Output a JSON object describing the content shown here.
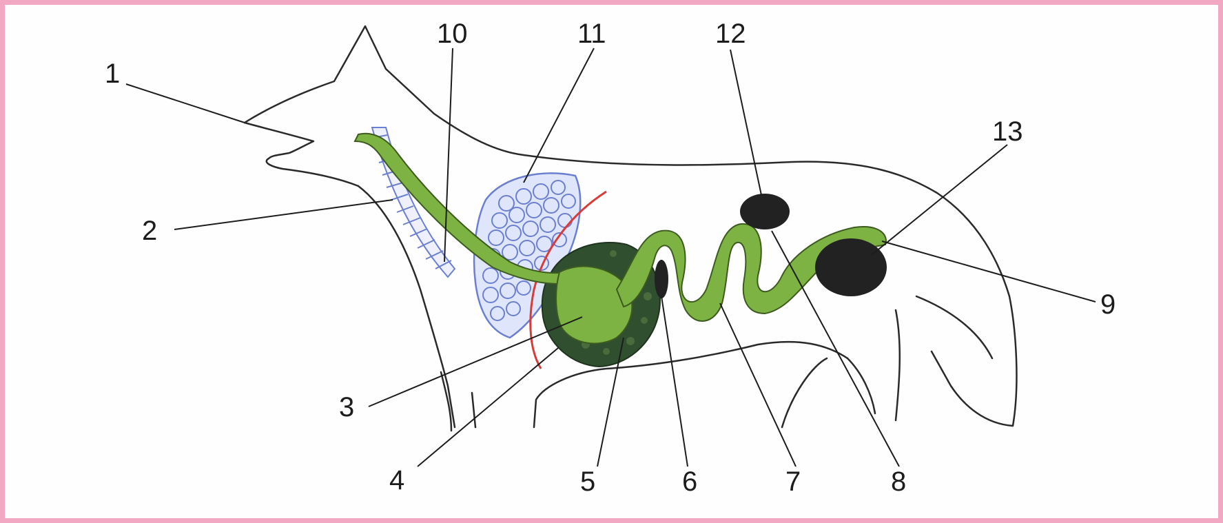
{
  "colors": {
    "frame_border": "#f2a7c3",
    "outline": "#2a2a2a",
    "digestive_tract": "#7cb342",
    "stomach_fill": "#6fa83a",
    "liver_dark": "#2f4f2f",
    "lung_blue": "#6b7fd1",
    "diaphragm_red": "#d93a3a",
    "dark_organs": "#222222"
  },
  "labels": {
    "l1": "1",
    "l2": "2",
    "l3": "3",
    "l4": "4",
    "l5": "5",
    "l6": "6",
    "l7": "7",
    "l8": "8",
    "l9": "9",
    "l10": "10",
    "l11": "11",
    "l12": "12",
    "l13": "13"
  }
}
